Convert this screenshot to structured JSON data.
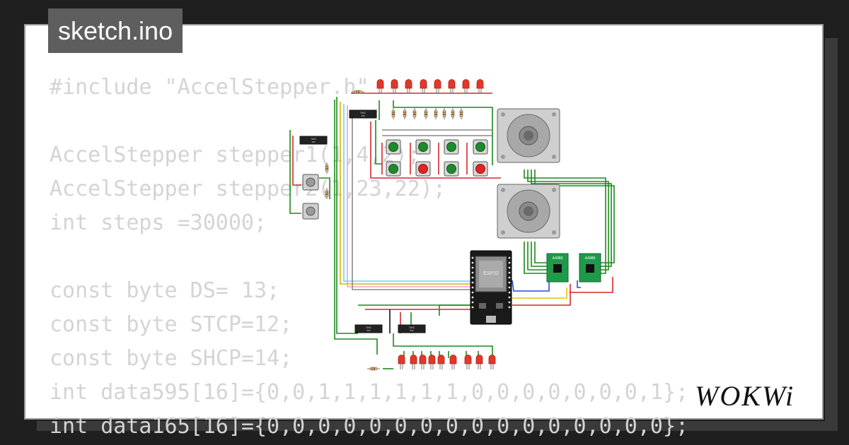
{
  "project": {
    "filename": "sketch.ino"
  },
  "code_lines": [
    "#include \"AccelStepper.h\"",
    "",
    "AccelStepper stepper1(1,4,2);",
    "AccelStepper stepper2(1,23,22);",
    "int steps =30000;",
    "",
    "const byte DS= 13;",
    "const byte STCP=12;",
    "const byte SHCP=14;",
    "int data595[16]={0,0,1,1,1,1,1,1,0,0,0,0,0,0,0,1};",
    "int data165[16]={0,0,0,0,0,0,0,0,0,0,0,0,0,0,0,0};"
  ],
  "circuit": {
    "mcu_label": "ESP32",
    "driver_label": "A4988",
    "shift_register_label": "74HC 595",
    "input_register_label": "74HC 165"
  },
  "brand": {
    "logo_text": "WOKWi"
  },
  "colors": {
    "background": "#1f1f1f",
    "card": "#ffffff",
    "badge": "#5e5e5e",
    "code_text": "#d4d4d4",
    "led_red": "#e0382b",
    "button_green": "#1e8a2e",
    "driver_green": "#1f9a4a",
    "wire_green": "#1b8a1b",
    "wire_red": "#d42a2a",
    "wire_blue": "#2b4bd8"
  }
}
